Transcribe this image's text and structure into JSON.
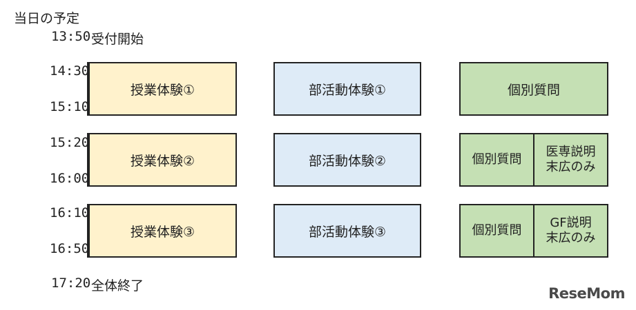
{
  "title": "当日の予定",
  "reception": {
    "time": "13:50",
    "label": "受付開始"
  },
  "closing": {
    "time": "17:20",
    "label": "全体終了"
  },
  "slots": [
    {
      "start": "14:30",
      "end": "15:10",
      "lesson": "授業体験①",
      "club": "部活動体験①",
      "consult": "個別質問"
    },
    {
      "start": "15:20",
      "end": "16:00",
      "lesson": "授業体験②",
      "club": "部活動体験②",
      "consult": "個別質問",
      "extra": {
        "line1": "医専説明",
        "line2": "末広のみ"
      }
    },
    {
      "start": "16:10",
      "end": "16:50",
      "lesson": "授業体験③",
      "club": "部活動体験③",
      "consult": "個別質問",
      "extra": {
        "line1": "GF説明",
        "line2": "末広のみ"
      }
    }
  ],
  "colors": {
    "lesson": "#fff2cc",
    "club": "#deebf7",
    "consult": "#c5e0b4"
  },
  "watermark": "ReseMom"
}
